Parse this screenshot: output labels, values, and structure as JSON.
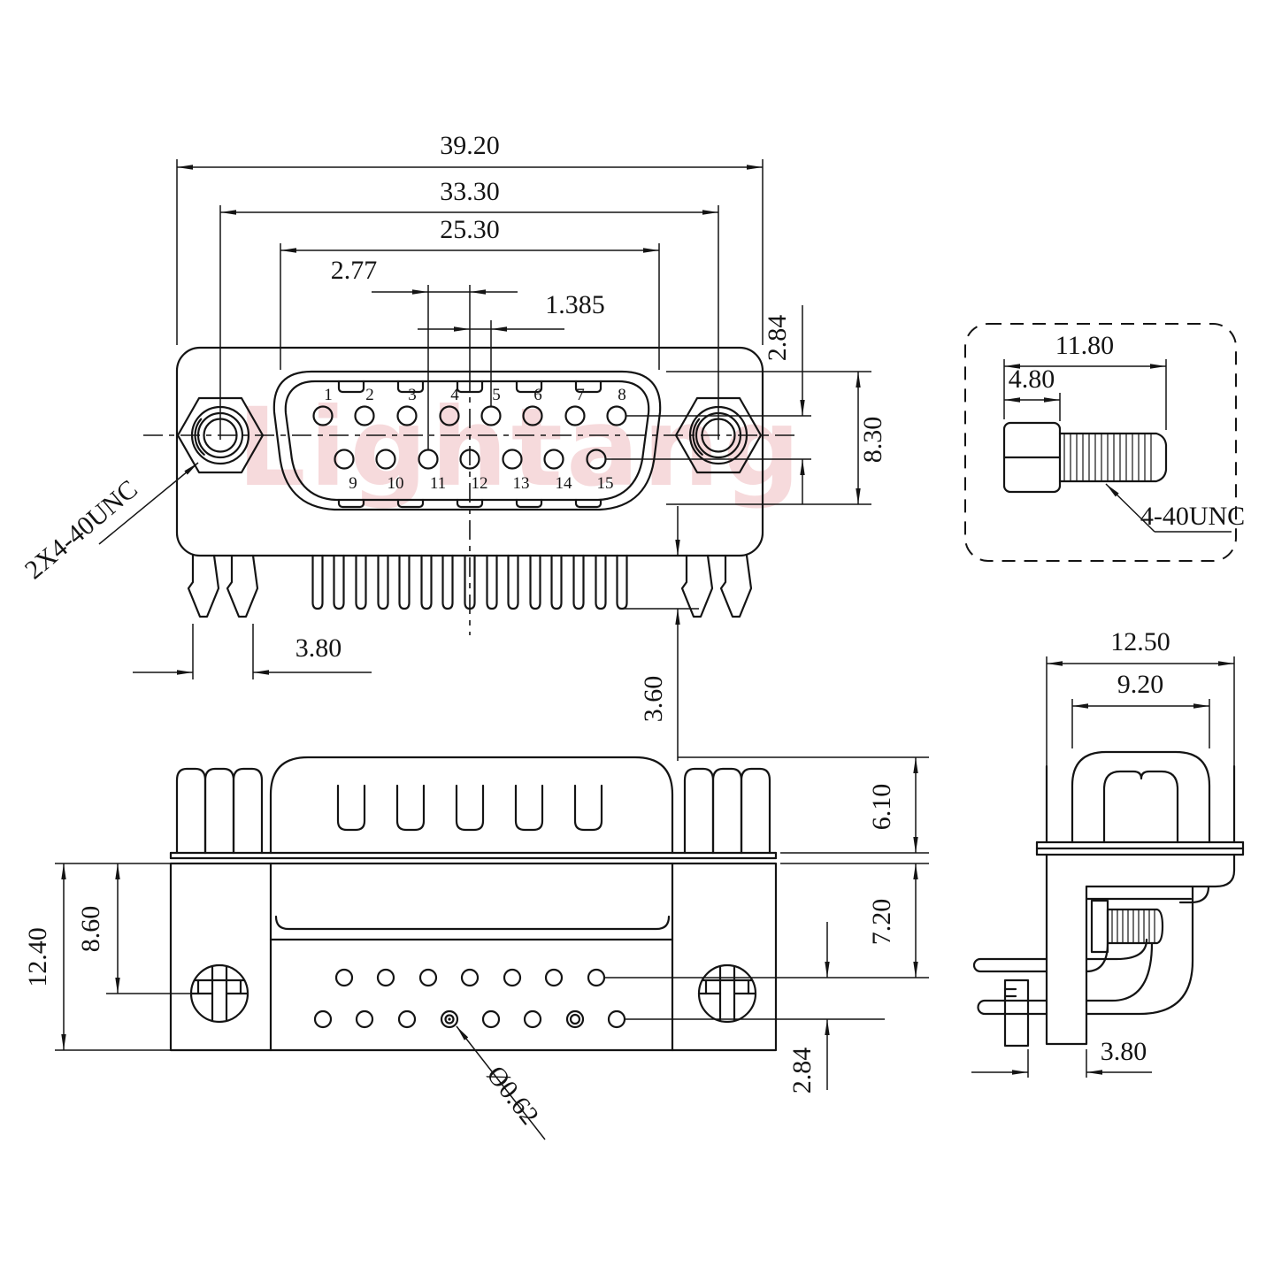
{
  "watermark": {
    "text": "Lightang",
    "color": "#eeb6ba"
  },
  "front_view": {
    "dim_overall_width": "39.20",
    "dim_mount_hole_span": "33.30",
    "dim_shell_width": "25.30",
    "dim_pin_pitch": "2.77",
    "dim_half_pitch": "1.385",
    "dim_row_spacing": "2.84",
    "dim_shell_height": "8.30",
    "dim_leg_span": "3.80",
    "dim_tail_length": "3.60",
    "label_mount_thread": "2X4-40UNC",
    "pin_numbers_top": [
      "1",
      "2",
      "3",
      "4",
      "5",
      "6",
      "7",
      "8"
    ],
    "pin_numbers_bottom": [
      "9",
      "10",
      "11",
      "12",
      "13",
      "14",
      "15"
    ]
  },
  "screw_detail_view": {
    "dim_screw_length": "11.80",
    "dim_head_length": "4.80",
    "label_thread": "4-40UNC"
  },
  "bottom_view": {
    "dim_body_height": "12.40",
    "dim_screw_center_offset": "8.60",
    "dim_hood_depth": "6.10",
    "dim_body_depth": "7.20",
    "dim_tail_row_spacing": "2.84",
    "label_pin_diameter": "Ø0.62"
  },
  "side_view": {
    "dim_overall_depth": "12.50",
    "dim_shell_depth": "9.20",
    "dim_bracket_offset": "3.80"
  }
}
